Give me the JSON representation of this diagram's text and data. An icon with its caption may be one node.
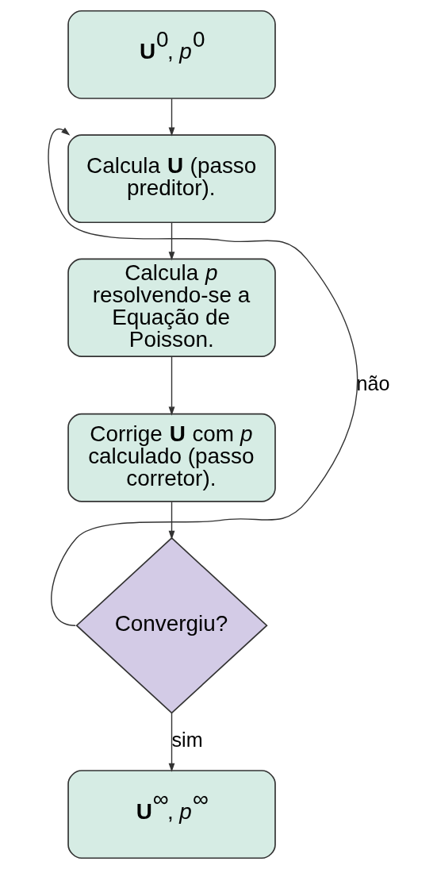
{
  "diagram": {
    "nodes": [
      {
        "text": [
          "**U**$^{0}$, *p*$^{0}$"
        ]
      },
      {
        "text": [
          "Calcula **U** (passo preditor)."
        ]
      },
      {
        "text": [
          "Calcula *p* resolvendo-se a Equação de Poisson."
        ]
      },
      {
        "text": [
          "Corrige **U** com *p* calculado (passo corretor)."
        ]
      },
      {
        "text": [
          "Convergiu?"
        ]
      },
      {
        "text": [
          "**U**$^{∞}$, *p*$^{∞}$"
        ]
      }
    ],
    "edges": [
      {
        "from": 0,
        "to": 1,
        "arrow": "to"
      },
      {
        "from": 1,
        "to": 2,
        "arrow": "to"
      },
      {
        "from": 2,
        "to": 3,
        "arrow": "to"
      },
      {
        "from": 3,
        "to": 4,
        "arrow": "to"
      },
      {
        "from": 4,
        "to": 1,
        "arrow": "to",
        "label": "não"
      },
      {
        "from": 4,
        "to": 5,
        "arrow": "to",
        "label": "sim"
      }
    ]
  }
}
